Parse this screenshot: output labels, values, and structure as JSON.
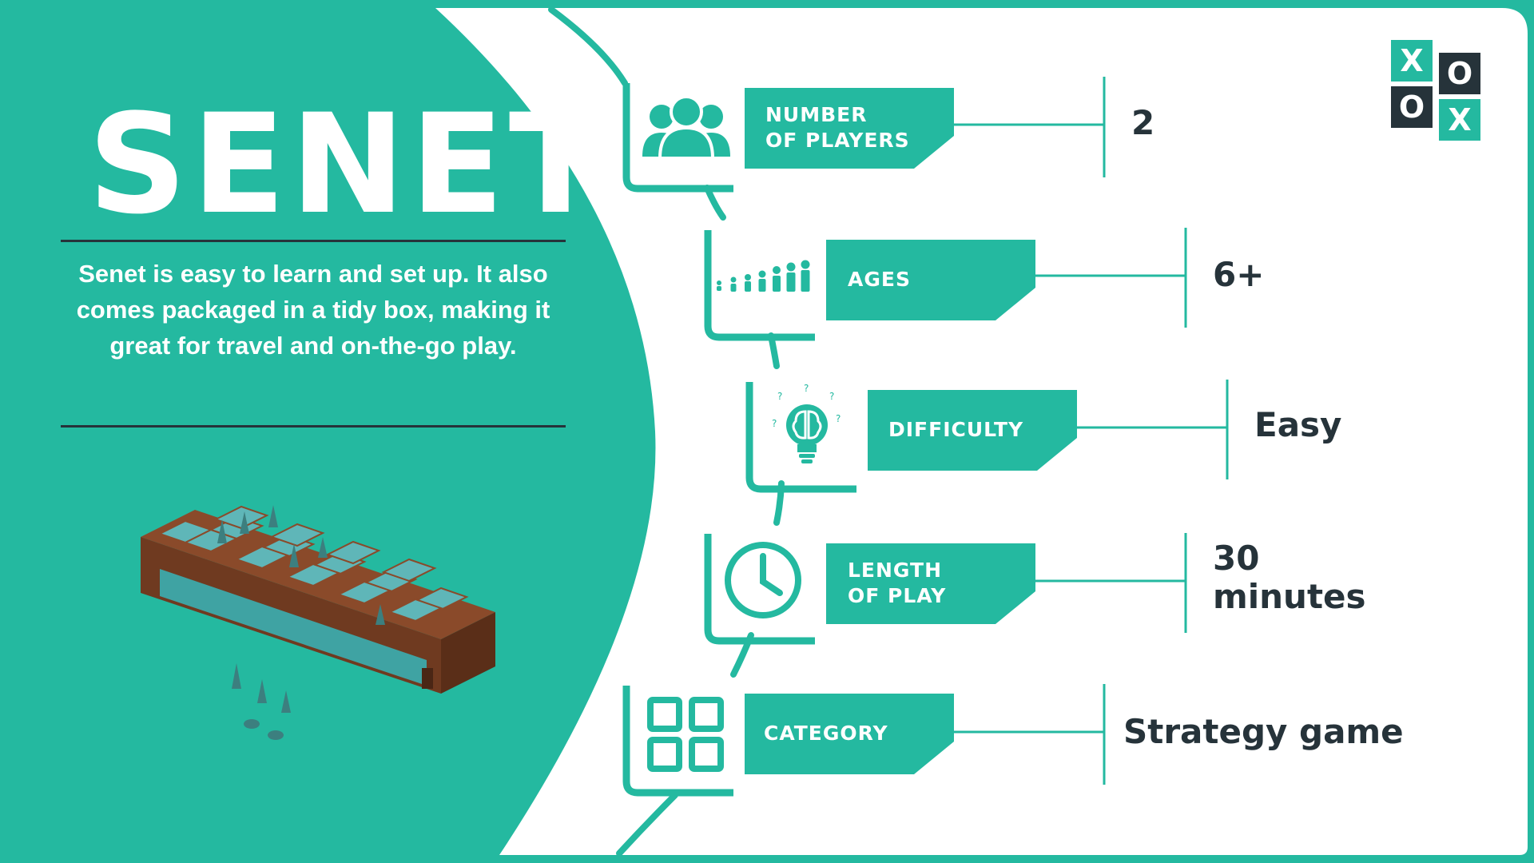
{
  "game": {
    "title": "SENET",
    "description": "Senet is easy to learn and set up. It also comes packaged in a tidy box, making it great for travel and on-the-go play."
  },
  "logo": {
    "cells": [
      "X",
      "O",
      "O",
      "X"
    ]
  },
  "stats": [
    {
      "label": "NUMBER\nOF PLAYERS",
      "value": "2",
      "icon": "players-icon"
    },
    {
      "label": "AGES",
      "value": "6+",
      "icon": "ages-icon"
    },
    {
      "label": "DIFFICULTY",
      "value": "Easy",
      "icon": "brain-lightbulb-icon"
    },
    {
      "label": "LENGTH\nOF PLAY",
      "value": "30\nminutes",
      "icon": "clock-icon"
    },
    {
      "label": "CATEGORY",
      "value": "Strategy game",
      "icon": "grid-icon"
    }
  ],
  "colors": {
    "teal": "#24b9a0",
    "dark": "#26333a",
    "white": "#ffffff"
  }
}
